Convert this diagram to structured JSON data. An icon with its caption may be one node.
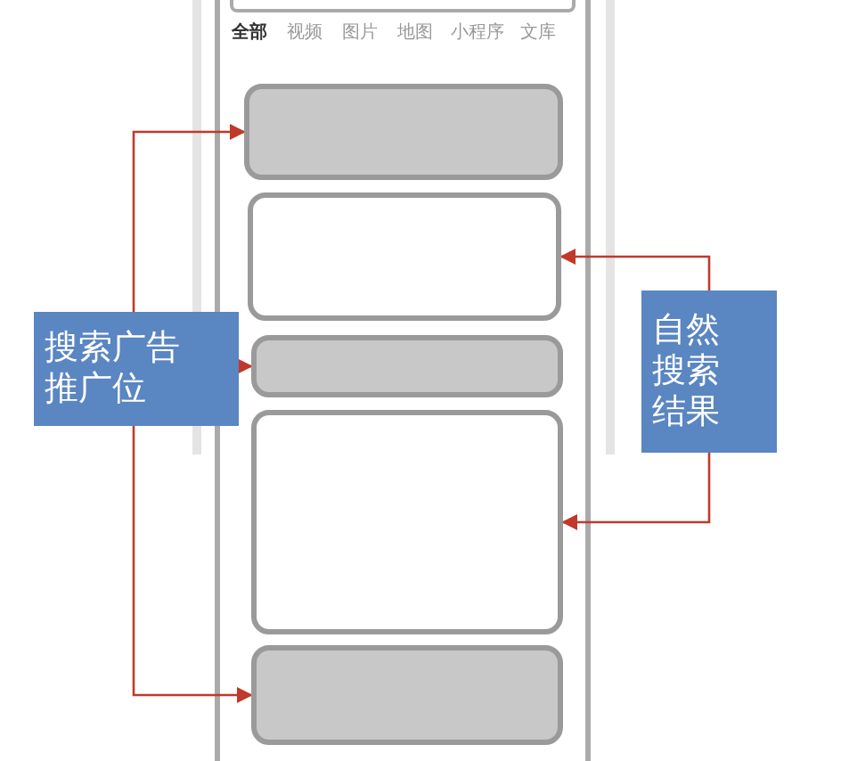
{
  "diagram": {
    "nodes": [
      {
        "text": [
          "搜索广告推广位"
        ]
      },
      {
        "text": [
          "自然搜索结果"
        ]
      },
      {
        "text": [],
        "shape": "box"
      },
      {
        "text": [],
        "shape": "box"
      },
      {
        "text": [],
        "shape": "box"
      },
      {
        "text": [],
        "shape": "box"
      },
      {
        "text": [],
        "shape": "box"
      }
    ],
    "edges": [
      {
        "from": 0,
        "to": 2,
        "arrow": "to"
      },
      {
        "from": 0,
        "to": 4,
        "arrow": "to"
      },
      {
        "from": 0,
        "to": 6,
        "arrow": "to"
      },
      {
        "from": 1,
        "to": 3,
        "arrow": "to"
      },
      {
        "from": 1,
        "to": 5,
        "arrow": "to"
      }
    ],
    "labels": [
      "全部",
      "视频",
      "图片",
      "地图",
      "小程序",
      "文库"
    ]
  }
}
